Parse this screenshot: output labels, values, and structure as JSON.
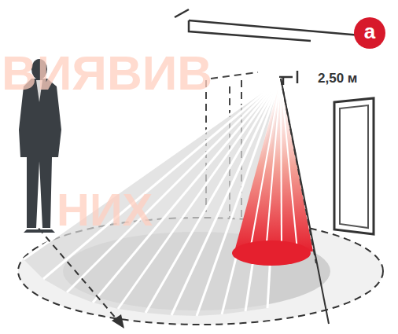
{
  "diagram": {
    "nodes": [
      {
        "text": [
          "a"
        ]
      }
    ],
    "labels": [
      "2,50 м",
      "ВИЯВИВ",
      "НИХ"
    ]
  }
}
